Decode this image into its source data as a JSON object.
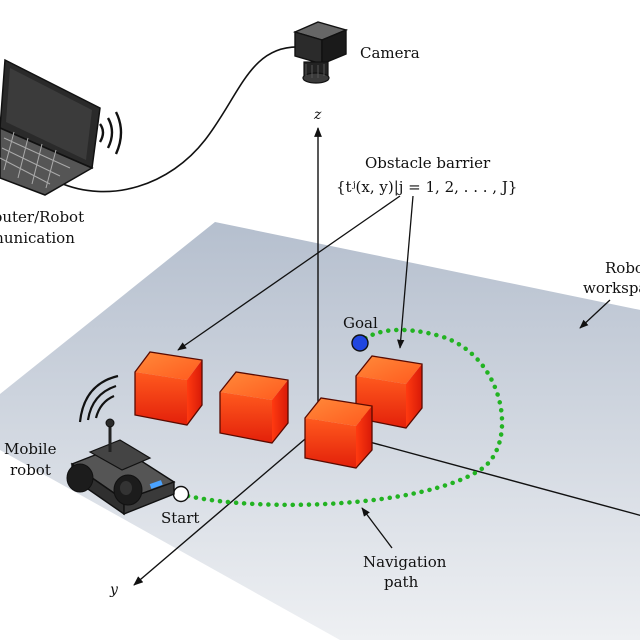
{
  "labels": {
    "camera": "Camera",
    "computer_line1": "Computer/Robot",
    "computer_line2": "communication",
    "obstacle_line1": "Obstacle barrier",
    "obstacle_line2": "{tʲ(x, y)|j = 1, 2, . . . , J}",
    "workspace_line1": "Robot",
    "workspace_line2": "workspace",
    "goal": "Goal",
    "mobile_line1": "Mobile",
    "mobile_line2": "robot",
    "start": "Start",
    "nav_line1": "Navigation",
    "nav_line2": "path",
    "axis_z": "z",
    "axis_y": "y"
  },
  "colors": {
    "plane_top": "#b7c1cf",
    "plane_bottom": "#eceef2",
    "box_light": "#ff5a1e",
    "box_dark": "#e01e0a",
    "path": "#22b322",
    "goal": "#2046e0",
    "robot_body": "#3c3c3c"
  },
  "icons": [
    "camera-icon",
    "laptop-icon",
    "wifi-signal-icon",
    "robot-icon"
  ]
}
